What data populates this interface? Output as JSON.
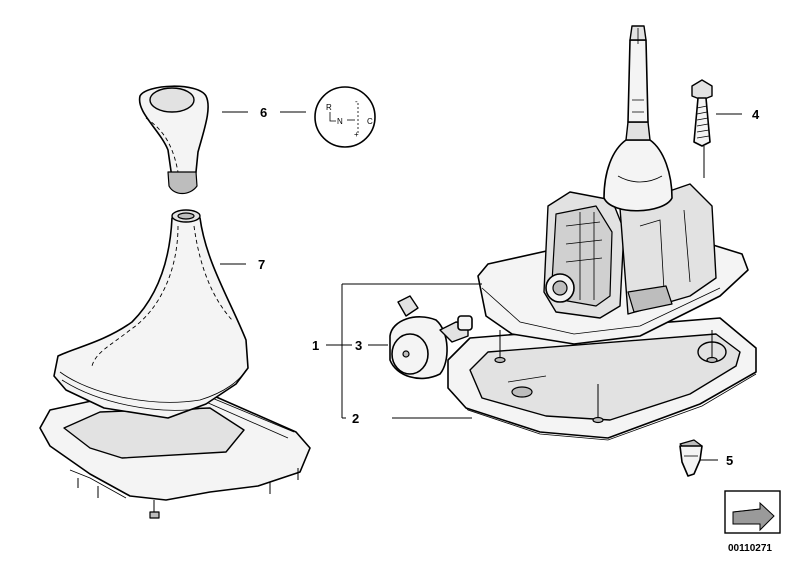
{
  "labels": {
    "p1": "1",
    "p2": "2",
    "p3": "3",
    "p4": "4",
    "p5": "5",
    "p6": "6",
    "p7": "7"
  },
  "shift_pattern": {
    "r": "R",
    "n": "N",
    "minus": "-",
    "c": "C",
    "plus": "+"
  },
  "reference_number": "00110271",
  "colors": {
    "line": "#000000",
    "part_fill": "#f4f4f4",
    "shade": "#bdbdbd"
  }
}
